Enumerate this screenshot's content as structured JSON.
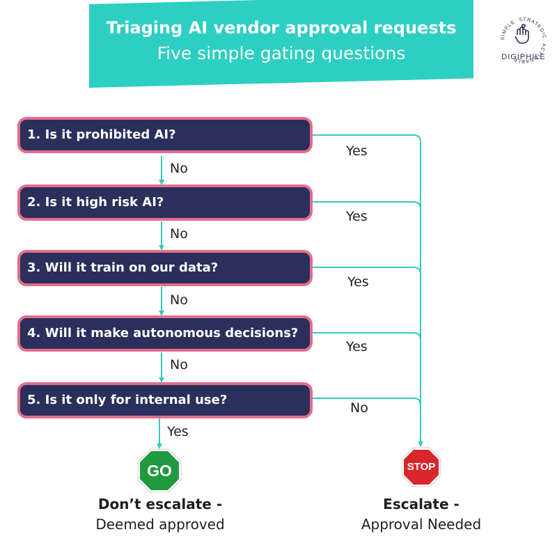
{
  "header": {
    "title": "Triaging AI vendor approval requests",
    "subtitle": "Five simple gating questions"
  },
  "brand": {
    "name": "DIGIPHILE",
    "ring_text": "SIMPLE. STRATEGIC. ACTIONABLE",
    "icon": "hands-heart-icon"
  },
  "questions": [
    {
      "label": "1. Is it prohibited AI?",
      "side_answer": "Yes",
      "down_answer": "No"
    },
    {
      "label": "2. Is it high risk AI?",
      "side_answer": "Yes",
      "down_answer": "No"
    },
    {
      "label": "3. Will it train on our data?",
      "side_answer": "Yes",
      "down_answer": "No"
    },
    {
      "label": "4. Will it make autonomous decisions?",
      "side_answer": "Yes",
      "down_answer": "No"
    },
    {
      "label": "5. Is it only for internal use?",
      "side_answer": "No",
      "down_answer": "Yes"
    }
  ],
  "outcomes": {
    "go": {
      "sign": "GO",
      "title": "Don’t escalate -",
      "subtitle": "Deemed approved"
    },
    "stop": {
      "sign": "STOP",
      "title": "Escalate -",
      "subtitle": "Approval Needed"
    }
  },
  "colors": {
    "banner": "#2ccfc2",
    "box_fill": "#2a2f5c",
    "box_border": "#e46c8a",
    "connector": "#35c9bd",
    "go_sign": "#1f9a3e",
    "stop_sign": "#d9262b"
  }
}
